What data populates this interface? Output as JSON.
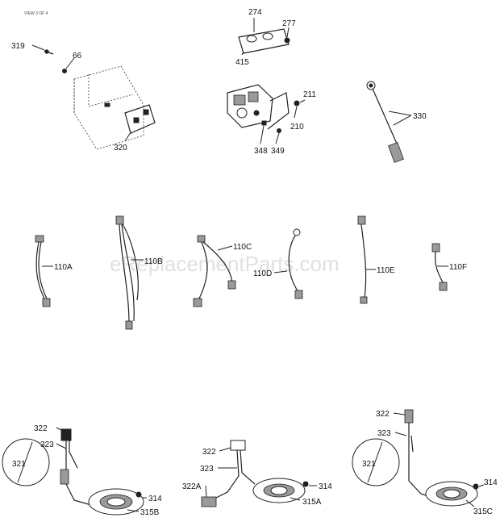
{
  "header": {
    "view_label": "VIEW 3 OF 4"
  },
  "watermark": "eReplacementParts.com",
  "labels": {
    "l319": "319",
    "l66": "66",
    "l320": "320",
    "l274": "274",
    "l277": "277",
    "l415": "415",
    "l211": "211",
    "l210": "210",
    "l348": "348",
    "l349": "349",
    "l330": "330",
    "l110A": "110A",
    "l110B": "110B",
    "l110C": "110C",
    "l110D": "110D",
    "l110E": "110E",
    "l110F": "110F",
    "b_l322": "322",
    "b_l323": "323",
    "b_l321": "321",
    "b_l314": "314",
    "b_l315B": "315B",
    "m_l322": "322",
    "m_l323": "323",
    "m_l322A": "322A",
    "m_l314": "314",
    "m_l315A": "315A",
    "r_l322": "322",
    "r_l323": "323",
    "r_l321": "321",
    "r_l314": "314",
    "r_l315C": "315C"
  }
}
